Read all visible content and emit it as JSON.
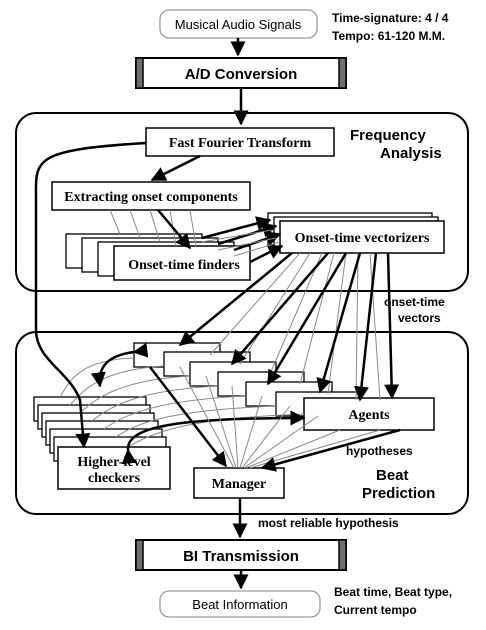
{
  "input": {
    "label": "Musical Audio Signals",
    "time_signature": "Time-signature: 4 / 4",
    "tempo": "Tempo: 61-120 M.M."
  },
  "ad_conversion": {
    "label": "A/D Conversion"
  },
  "frequency_analysis": {
    "title_line1": "Frequency",
    "title_line2": "Analysis",
    "fft": "Fast Fourier Transform",
    "onset_components": "Extracting onset components",
    "finders": "Onset-time finders",
    "vectorizers": "Onset-time vectorizers"
  },
  "onset_time_vectors": {
    "line1": "onset-time",
    "line2": "vectors"
  },
  "beat_prediction": {
    "title_line1": "Beat",
    "title_line2": "Prediction",
    "agents": "Agents",
    "hypotheses": "hypotheses",
    "checkers_line1": "Higher-level",
    "checkers_line2": "checkers",
    "manager": "Manager"
  },
  "most_reliable": {
    "label": "most reliable hypothesis"
  },
  "bi_transmission": {
    "label": "BI Transmission"
  },
  "output": {
    "label": "Beat Information",
    "line1": "Beat time, Beat type,",
    "line2": "Current tempo"
  },
  "colors": {
    "stroke": "#000000",
    "thin_connection": "#8a8a8a",
    "bar_fill": "#6f6f6f",
    "rounded_box_stroke": "#9a9a9a"
  }
}
